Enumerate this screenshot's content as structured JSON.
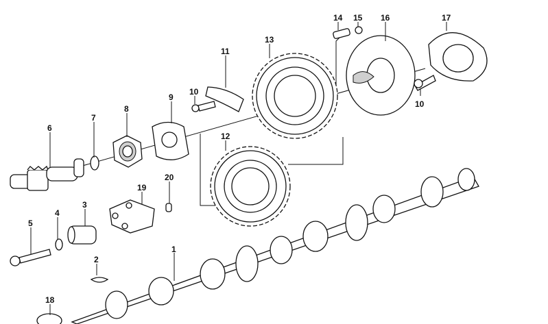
{
  "diagram": {
    "callouts": [
      "1",
      "2",
      "3",
      "4",
      "5",
      "6",
      "7",
      "8",
      "9",
      "10",
      "11",
      "12",
      "13",
      "14",
      "15",
      "16",
      "17",
      "18",
      "19",
      "20",
      "10"
    ]
  }
}
